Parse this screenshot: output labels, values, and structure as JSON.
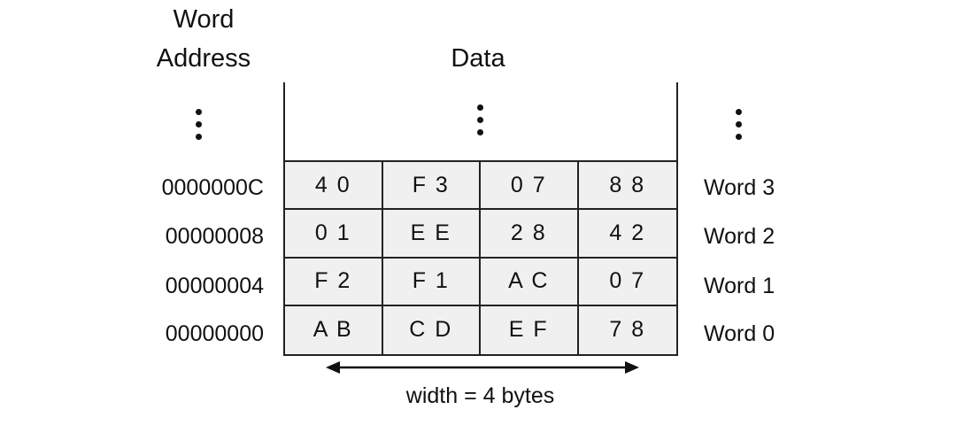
{
  "headers": {
    "word_address_line1": "Word",
    "word_address_line2": "Address",
    "data": "Data"
  },
  "rows": [
    {
      "address": "0000000C",
      "bytes": [
        "4 0",
        "F 3",
        "0 7",
        "8 8"
      ],
      "word": "Word 3"
    },
    {
      "address": "00000008",
      "bytes": [
        "0 1",
        "E E",
        "2 8",
        "4 2"
      ],
      "word": "Word 2"
    },
    {
      "address": "00000004",
      "bytes": [
        "F 2",
        "F 1",
        "A C",
        "0 7"
      ],
      "word": "Word 1"
    },
    {
      "address": "00000000",
      "bytes": [
        "A B",
        "C D",
        "E F",
        "7 8"
      ],
      "word": "Word 0"
    }
  ],
  "width_label": "width = 4 bytes",
  "colors": {
    "cell_fill": "#f0f0f0",
    "line": "#222222",
    "text": "#111111"
  }
}
